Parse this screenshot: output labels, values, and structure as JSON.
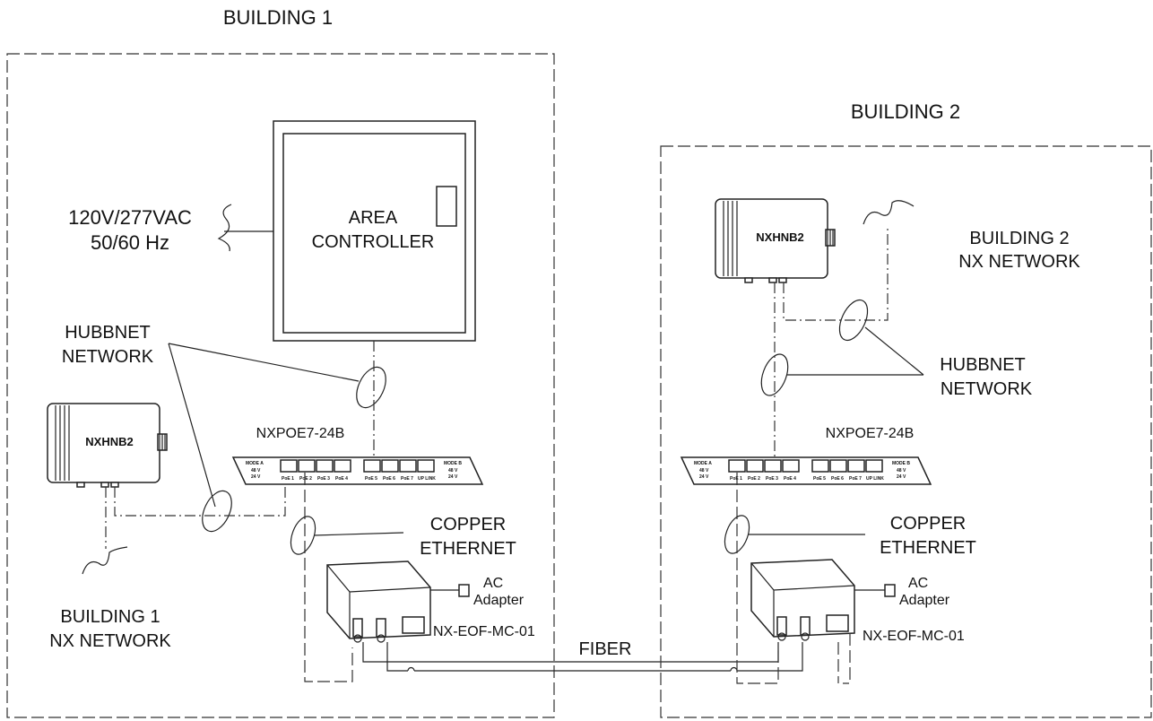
{
  "building1": {
    "title": "BUILDING 1",
    "power_line1": "120V/277VAC",
    "power_line2": "50/60 Hz",
    "area_controller_line1": "AREA",
    "area_controller_line2": "CONTROLLER",
    "hubbnet_line1": "HUBBNET",
    "hubbnet_line2": "NETWORK",
    "hub_device": "NXHNB2",
    "poe_switch": "NXPOE7-24B",
    "copper_line1": "COPPER",
    "copper_line2": "ETHERNET",
    "ac_line1": "AC",
    "ac_line2": "Adapter",
    "media_converter": "NX-EOF-MC-01",
    "nx_network_line1": "BUILDING 1",
    "nx_network_line2": "NX NETWORK"
  },
  "building2": {
    "title": "BUILDING 2",
    "hub_device": "NXHNB2",
    "nx_network_line1": "BUILDING 2",
    "nx_network_line2": "NX NETWORK",
    "hubbnet_line1": "HUBBNET",
    "hubbnet_line2": "NETWORK",
    "poe_switch": "NXPOE7-24B",
    "copper_line1": "COPPER",
    "copper_line2": "ETHERNET",
    "ac_line1": "AC",
    "ac_line2": "Adapter",
    "media_converter": "NX-EOF-MC-01"
  },
  "fiber_label": "FIBER",
  "switch_panel": {
    "mode_a": "MODE A",
    "mode_b": "MODE B",
    "v48": "48 V",
    "v24": "24 V",
    "ports": [
      "PoE 1",
      "PoE 2",
      "PoE 3",
      "PoE 4",
      "PoE 5",
      "PoE 6",
      "PoE 7",
      "UP LINK"
    ]
  }
}
